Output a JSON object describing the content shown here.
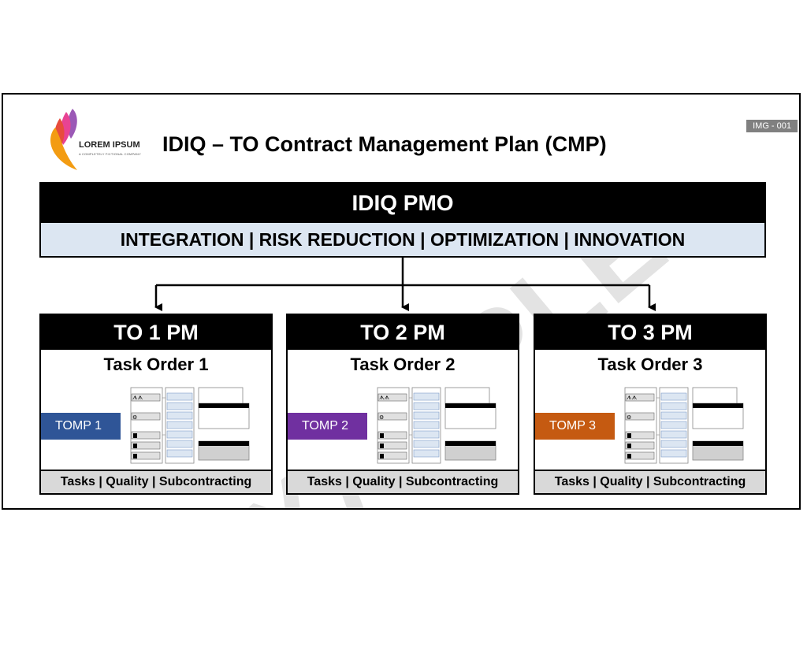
{
  "watermark": "EXAMPLE",
  "logo": {
    "name": "LOREM IPSUM",
    "tagline": "A COMPLETELY FICTIONAL COMPANY"
  },
  "title": "IDIQ – TO Contract Management Plan (CMP)",
  "badge": "IMG - 001",
  "pmo": {
    "head": "IDIQ PMO",
    "sub": "INTEGRATION | RISK REDUCTION | OPTIMIZATION | INNOVATION"
  },
  "task_orders": [
    {
      "head": "TO 1 PM",
      "task": "Task Order 1",
      "tomp": "TOMP 1",
      "footer": "Tasks | Quality | Subcontracting"
    },
    {
      "head": "TO 2 PM",
      "task": "Task Order 2",
      "tomp": "TOMP 2",
      "footer": "Tasks | Quality | Subcontracting"
    },
    {
      "head": "TO 3 PM",
      "task": "Task Order 3",
      "tomp": "TOMP 3",
      "footer": "Tasks | Quality | Subcontracting"
    }
  ],
  "colors": {
    "tomp_1": "#2f5597",
    "tomp_2": "#7030a0",
    "tomp_3": "#c55a11",
    "pmo_sub_bg": "#dce6f2",
    "footer_bg": "#d9d9d9"
  },
  "icons": [
    "logo-petals-icon",
    "people-group-icon",
    "gear-person-icon",
    "person-icon",
    "arrow-down-icon"
  ]
}
